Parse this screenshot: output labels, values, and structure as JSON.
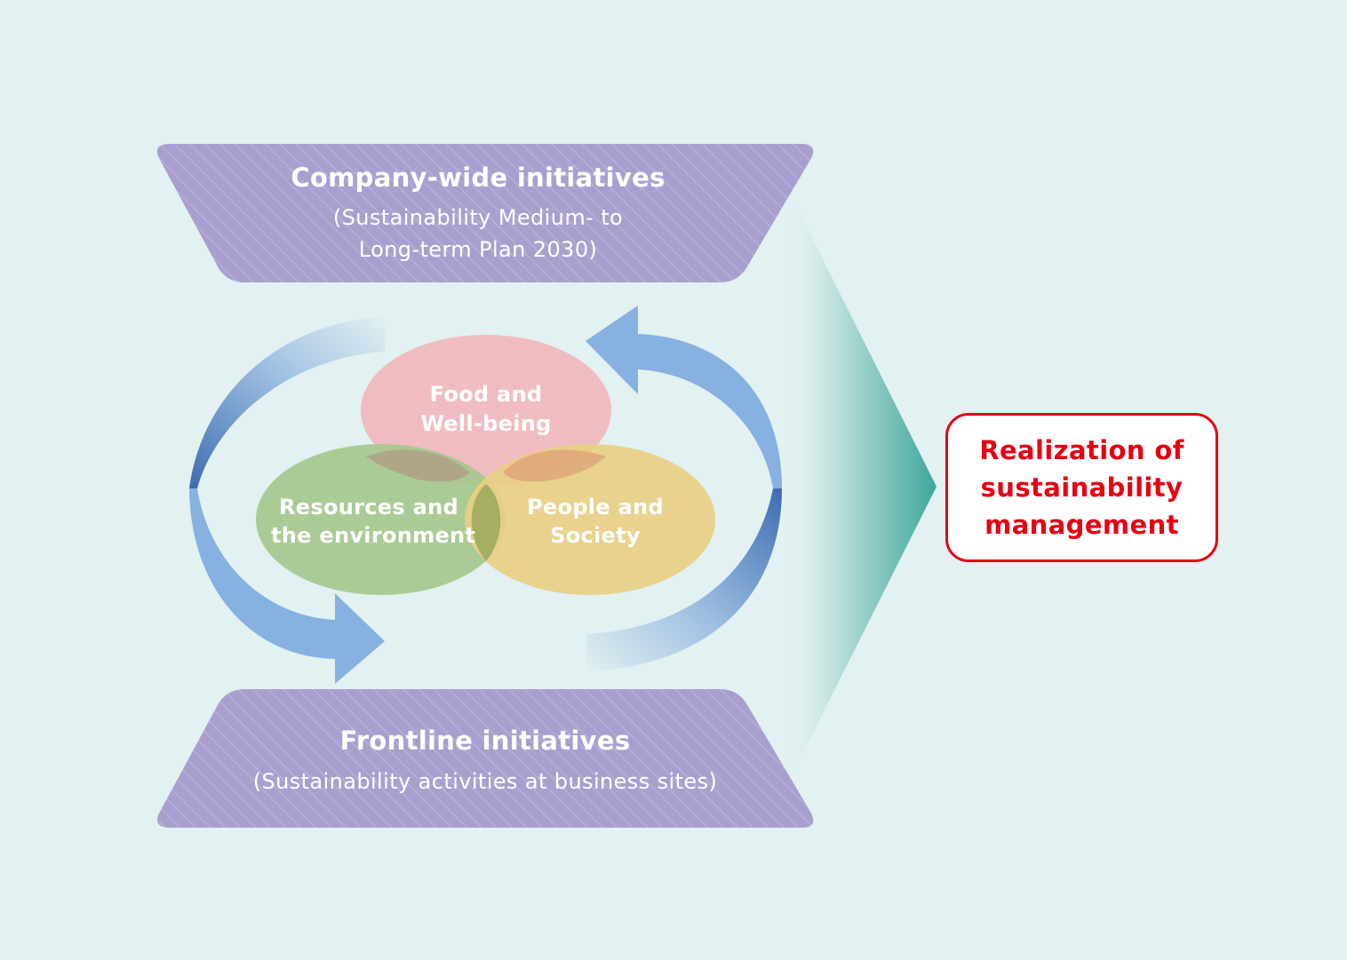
{
  "top_banner": {
    "title": "Company-wide initiatives",
    "subtitle_line1": "(Sustainability Medium- to",
    "subtitle_line2": "Long-term Plan 2030)"
  },
  "bottom_banner": {
    "title": "Frontline initiatives",
    "subtitle": "(Sustainability activities at business sites)"
  },
  "circles": {
    "food": {
      "line1": "Food and",
      "line2": "Well-being"
    },
    "resources": {
      "line1": "Resources and",
      "line2": "the environment"
    },
    "people": {
      "line1": "People and",
      "line2": "Society"
    }
  },
  "result": {
    "text": "Realization of\nsustainability\nmanagement"
  },
  "colors": {
    "background": "#e2f1f1",
    "banner": "#a99fcf",
    "circle_food": "#f0b8bd",
    "circle_resources": "#a6c88e",
    "circle_people": "#e8cf84",
    "arrow_blue": "#86b1e0",
    "arrow_dark_blue": "#3d6db0",
    "chevron_teal": "#3fa69b",
    "result_red": "#e60012"
  }
}
